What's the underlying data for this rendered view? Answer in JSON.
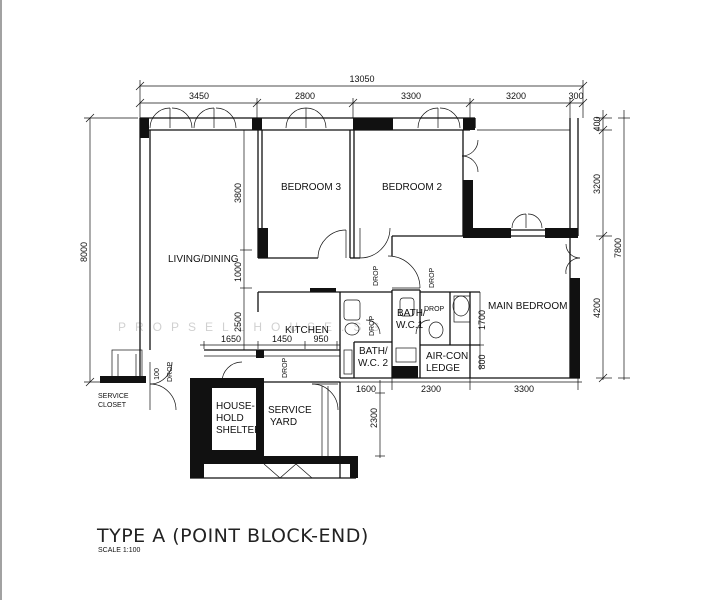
{
  "plan": {
    "title": "TYPE A (POINT BLOCK-END)",
    "scale": "SCALE  1:100",
    "watermark": "PROPSELLHOUSE.SG",
    "overall_width": "13050",
    "top_dims": [
      "3450",
      "2800",
      "3300",
      "3200",
      "300"
    ],
    "left_dim": "8000",
    "inner_left_dims": [
      "3800",
      "1000",
      "2500"
    ],
    "right_dims": [
      "400",
      "3200",
      "4200"
    ],
    "right_outer_dim": "7800",
    "kitchen_dims": [
      "1650",
      "1450",
      "950"
    ],
    "bottom_dims": [
      "1600",
      "2300",
      "3300"
    ],
    "service_yard_dim": "2300",
    "bath_dim_1700": "1700",
    "bath_dim_800": "800",
    "closet_dim": "100",
    "rooms": {
      "bedroom3": "BEDROOM 3",
      "bedroom2": "BEDROOM 2",
      "living": "LIVING/DINING",
      "main_bedroom": "MAIN BEDROOM",
      "kitchen": "KITCHEN",
      "bath1": "BATH/",
      "wc1": "W.C.1",
      "bath2": "BATH/",
      "wc2": "W.C. 2",
      "aircon1": "AIR-CON",
      "aircon2": "LEDGE",
      "household1": "HOUSE-",
      "household2": "HOLD",
      "household3": "SHELTER",
      "service1": "SERVICE",
      "service2": "YARD",
      "closet1": "SERVICE",
      "closet2": "CLOSET",
      "drop": "DROP"
    }
  }
}
